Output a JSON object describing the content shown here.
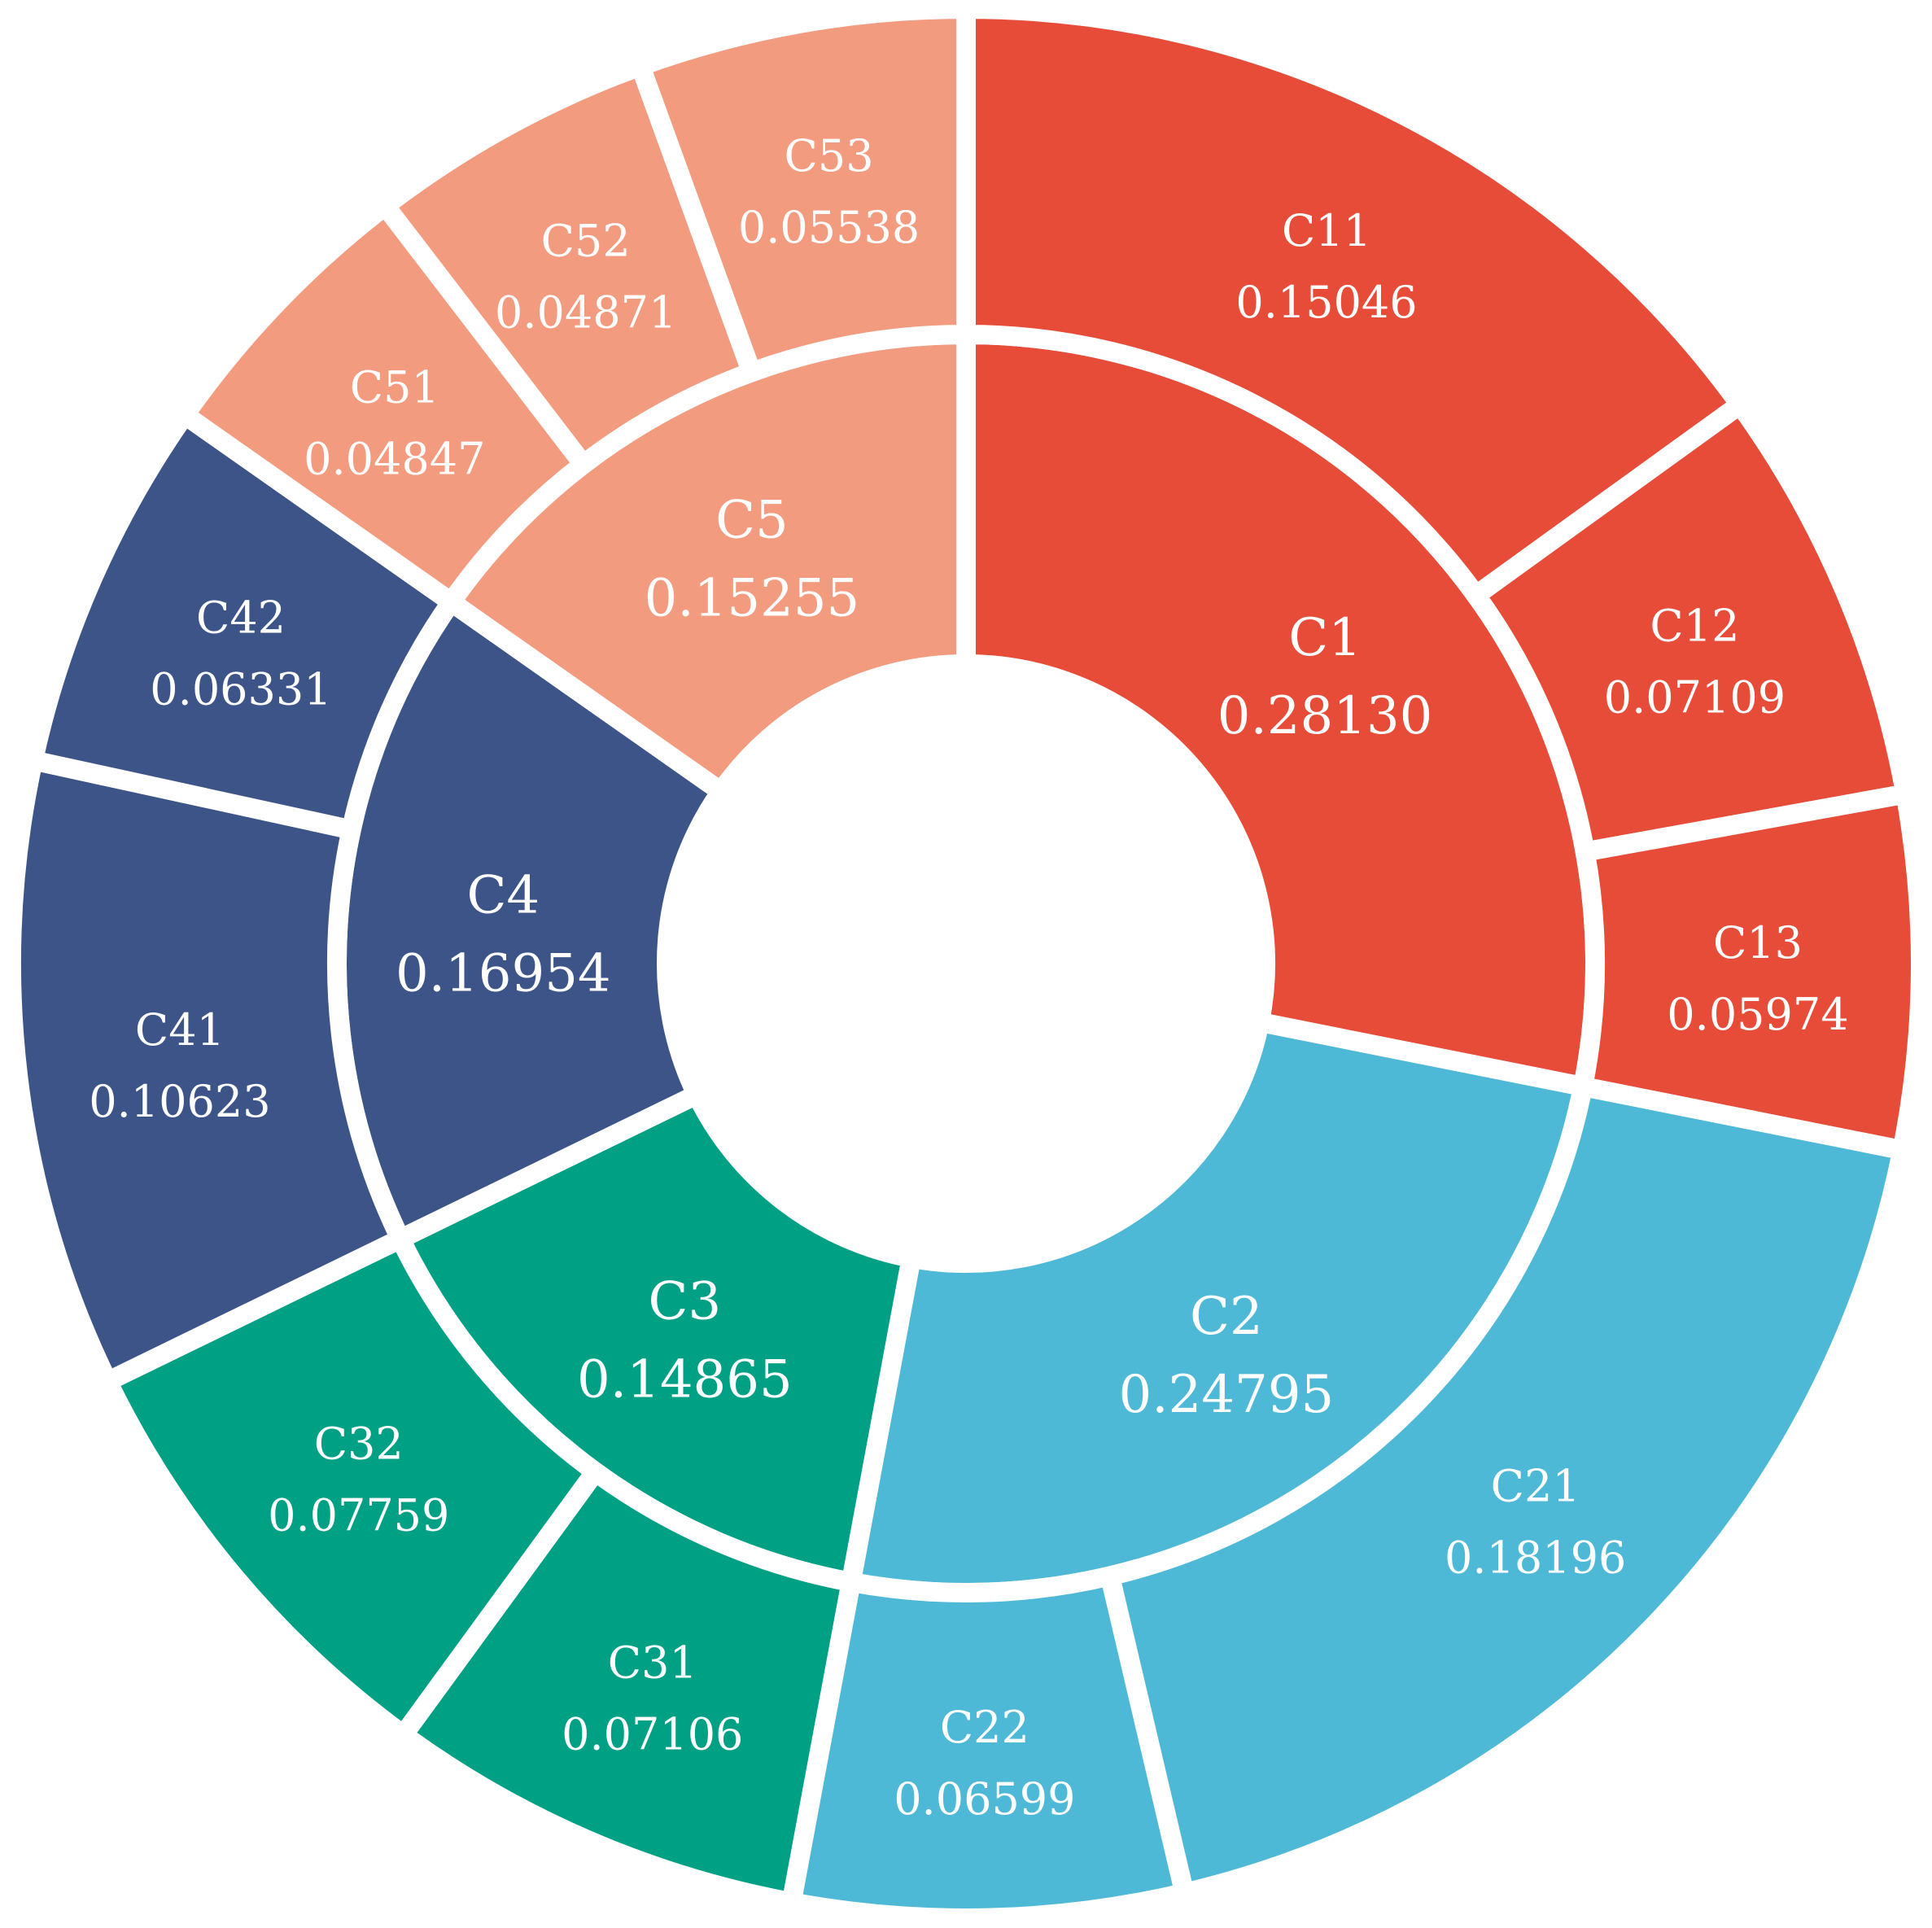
{
  "chart_data": {
    "type": "sunburst",
    "title": "",
    "start_angle_deg": 0,
    "direction": "clockwise",
    "groups": [
      {
        "name": "C1",
        "value": 0.2813,
        "value_label": "0.28130",
        "color": "#E64C38",
        "children": [
          {
            "name": "C11",
            "value": 0.15046,
            "value_label": "0.15046"
          },
          {
            "name": "C12",
            "value": 0.07109,
            "value_label": "0.07109"
          },
          {
            "name": "C13",
            "value": 0.05974,
            "value_label": "0.05974"
          }
        ]
      },
      {
        "name": "C2",
        "value": 0.24795,
        "value_label": "0.24795",
        "color": "#4EB9D7",
        "children": [
          {
            "name": "C21",
            "value": 0.18196,
            "value_label": "0.18196"
          },
          {
            "name": "C22",
            "value": 0.06599,
            "value_label": "0.06599"
          }
        ]
      },
      {
        "name": "C3",
        "value": 0.14865,
        "value_label": "0.14865",
        "color": "#00A085",
        "children": [
          {
            "name": "C31",
            "value": 0.07106,
            "value_label": "0.07106"
          },
          {
            "name": "C32",
            "value": 0.07759,
            "value_label": "0.07759"
          }
        ]
      },
      {
        "name": "C4",
        "value": 0.16954,
        "value_label": "0.16954",
        "color": "#3C5488",
        "children": [
          {
            "name": "C41",
            "value": 0.10623,
            "value_label": "0.10623"
          },
          {
            "name": "C42",
            "value": 0.06331,
            "value_label": "0.06331"
          }
        ]
      },
      {
        "name": "C5",
        "value": 0.15255,
        "value_label": "0.15255",
        "color": "#F39B7F",
        "children": [
          {
            "name": "C51",
            "value": 0.04847,
            "value_label": "0.04847"
          },
          {
            "name": "C52",
            "value": 0.04871,
            "value_label": "0.04871"
          },
          {
            "name": "C53",
            "value": 0.05538,
            "value_label": "0.05538"
          }
        ]
      }
    ]
  }
}
